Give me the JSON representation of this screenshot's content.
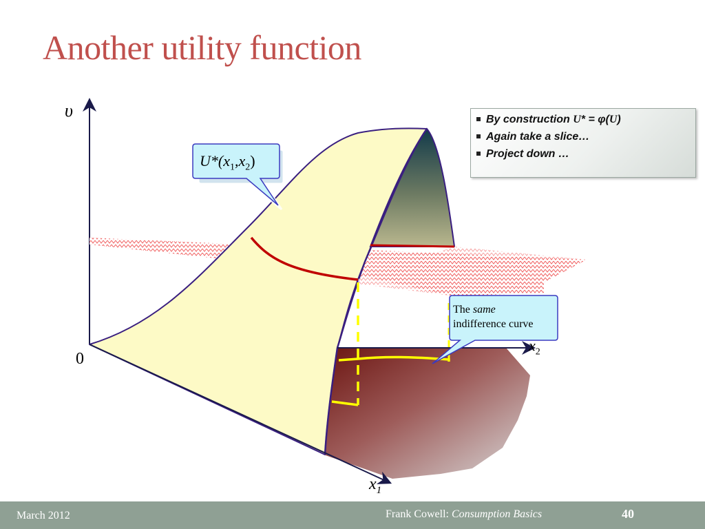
{
  "slide": {
    "title": "Another utility function"
  },
  "diagram": {
    "vertical_axis_label": "υ",
    "origin_label": "0",
    "x2_axis_label": "x",
    "x2_axis_subscript": "2",
    "x1_axis_label": "x",
    "x1_axis_subscript": "1",
    "surface_callout": {
      "prefix": "U*(",
      "v1": "x",
      "s1": "1",
      "comma": ",",
      "v2": "x",
      "s2": "2",
      "suffix": ")"
    },
    "indifference_callout": {
      "text_before": "The ",
      "emphasis": "same",
      "text_after": "indifference curve"
    }
  },
  "info_box": {
    "line1_text": "By construction ",
    "line1_math_u": "U",
    "line1_math_rest": "* = φ(",
    "line1_math_u2": "U",
    "line1_math_close": ")",
    "line2": "Again take a slice…",
    "line3": "Project down …"
  },
  "footer": {
    "date": "March 2012",
    "author": "Frank Cowell: ",
    "course": "Consumption Basics",
    "page_number": "40"
  },
  "colors": {
    "title": "#c0504d",
    "surface": "#fdfac6",
    "surface_outline": "#3a1f80",
    "slice_curve": "#c00000",
    "projection": "#ffff00",
    "footer": "#8fa094"
  }
}
